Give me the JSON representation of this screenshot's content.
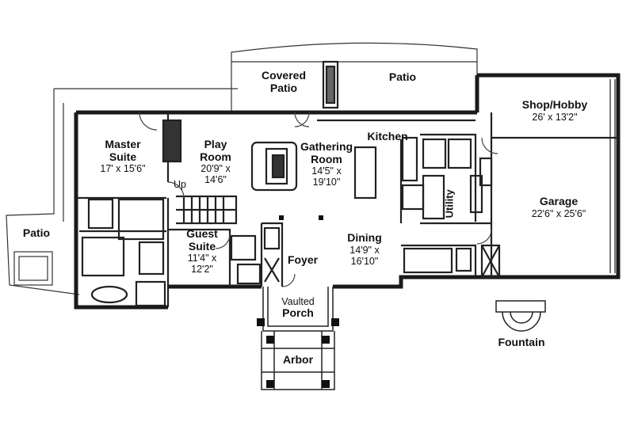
{
  "rooms": {
    "covered_patio": {
      "name_line1": "Covered",
      "name_line2": "Patio"
    },
    "patio_back": {
      "name": "Patio"
    },
    "patio_left": {
      "name": "Patio"
    },
    "shop_hobby": {
      "name": "Shop/Hobby",
      "dims": "26' x 13'2\""
    },
    "master_suite": {
      "name_line1": "Master",
      "name_line2": "Suite",
      "dims": "17' x 15'6\""
    },
    "play_room": {
      "name_line1": "Play",
      "name_line2": "Room",
      "dims_line1": "20'9\" x",
      "dims_line2": "14'6\""
    },
    "gathering_room": {
      "name_line1": "Gathering",
      "name_line2": "Room",
      "dims_line1": "14'5\" x",
      "dims_line2": "19'10\""
    },
    "kitchen": {
      "name": "Kitchen"
    },
    "garage": {
      "name": "Garage",
      "dims": "22'6\" x 25'6\""
    },
    "utility": {
      "name": "Utility"
    },
    "up": {
      "name": "Up"
    },
    "guest_suite": {
      "name_line1": "Guest",
      "name_line2": "Suite",
      "dims_line1": "11'4\" x",
      "dims_line2": "12'2\""
    },
    "dining": {
      "name": "Dining",
      "dims_line1": "14'9\" x",
      "dims_line2": "16'10\""
    },
    "foyer": {
      "name": "Foyer"
    },
    "vaulted_porch": {
      "name_line1": "Vaulted",
      "name_line2": "Porch"
    },
    "arbor": {
      "name": "Arbor"
    },
    "fountain": {
      "name": "Fountain"
    }
  },
  "colors": {
    "wall": "#1a1a1a",
    "line": "#333333",
    "background": "#ffffff"
  }
}
